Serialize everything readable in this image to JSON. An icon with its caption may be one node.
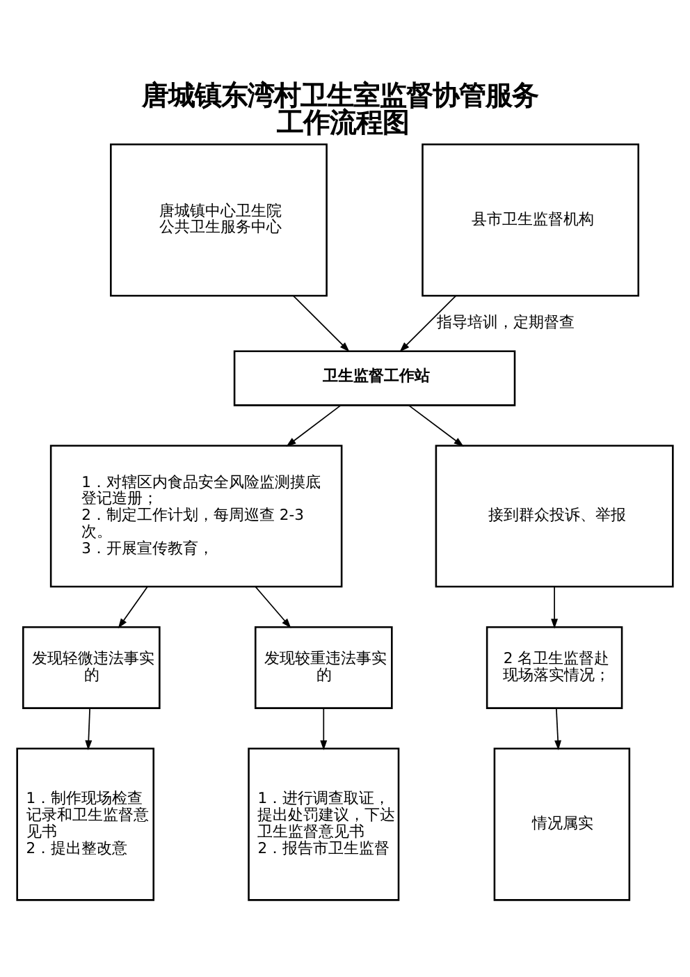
{
  "diagram": {
    "title": "唐城镇东湾村卫生室监督协管服务工作流程图",
    "nodes": [
      {
        "text": [
          "唐城镇中心卫生院",
          "公共卫生服务中心"
        ]
      },
      {
        "text": [
          "县市卫生监督机构"
        ]
      },
      {
        "text": [
          "卫生监督工作站"
        ]
      },
      {
        "text": [
          "1．对辖区内食品安全风险监测摸底登记造册；",
          "2．制定工作计划，每周巡查 2-3 次。",
          "3．开展宣传教育，"
        ]
      },
      {
        "text": [
          "接到群众投诉、举报"
        ]
      },
      {
        "text": [
          "发现轻微违法事实的"
        ]
      },
      {
        "text": [
          "发现较重违法事实的"
        ]
      },
      {
        "text": [
          "2 名卫生监督赴现场落实情况；"
        ]
      },
      {
        "text": [
          "1．制作现场检查记录和卫生监督意见书",
          "2．提出整改意"
        ]
      },
      {
        "text": [
          "1．进行调查取证，提出处罚建议，下达卫生监督意见书",
          "2．报告市卫生监督"
        ]
      },
      {
        "text": [
          "情况属实"
        ]
      }
    ],
    "edges": [
      {
        "from": 0,
        "to": 2,
        "arrow": "to"
      },
      {
        "from": 1,
        "to": 2,
        "arrow": "to",
        "label": "指导培训，定期督查"
      },
      {
        "from": 2,
        "to": 3,
        "arrow": "to"
      },
      {
        "from": 2,
        "to": 4,
        "arrow": "to"
      },
      {
        "from": 3,
        "to": 5,
        "arrow": "to"
      },
      {
        "from": 3,
        "to": 6,
        "arrow": "to"
      },
      {
        "from": 4,
        "to": 7,
        "arrow": "to"
      },
      {
        "from": 5,
        "to": 8,
        "arrow": "to"
      },
      {
        "from": 6,
        "to": 9,
        "arrow": "to"
      },
      {
        "from": 7,
        "to": 10,
        "arrow": "to"
      }
    ]
  }
}
